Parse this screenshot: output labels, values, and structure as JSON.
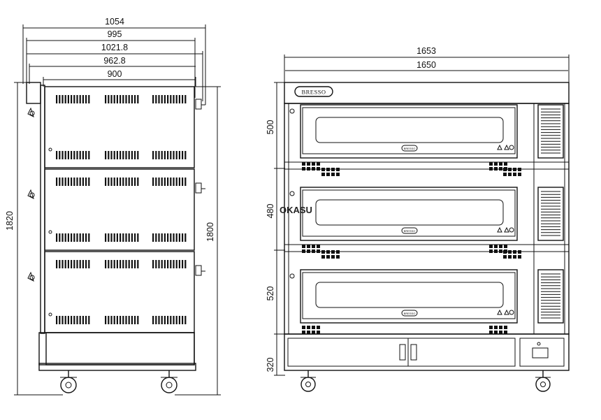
{
  "side_view": {
    "widths": [
      "1054",
      "995",
      "1021.8",
      "962.8",
      "900"
    ],
    "height_total": "1820",
    "height_inner": "1800"
  },
  "front_view": {
    "widths": [
      "1653",
      "1650"
    ],
    "deck_heights": [
      "500",
      "480",
      "520",
      "320"
    ],
    "brand": "BRESSO",
    "deck_badge": "BRESSO"
  },
  "watermark": {
    "text": "OKASU"
  },
  "colors": {
    "line": "#111111",
    "background": "#ffffff"
  }
}
